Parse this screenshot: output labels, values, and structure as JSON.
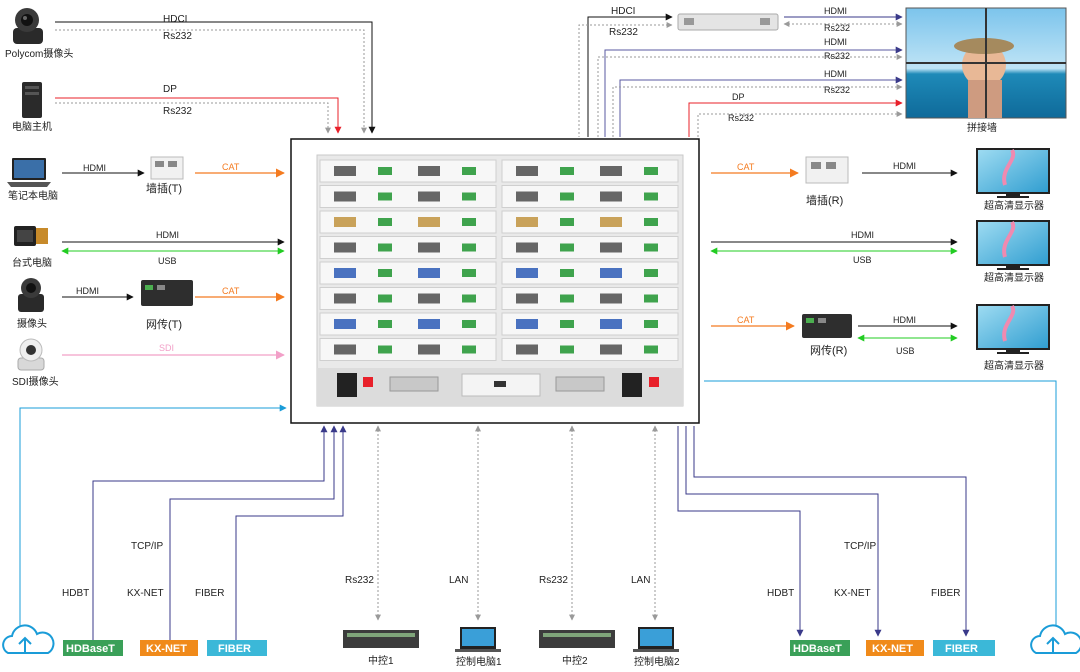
{
  "colors": {
    "black": "#111111",
    "red": "#e8202a",
    "orange": "#f47b20",
    "green": "#22cc22",
    "pink": "#f2a0c8",
    "blue": "#5a4a9a",
    "cyan": "#1a9cd8",
    "gray": "#9a9a9a",
    "hdbaset": "#3aa058",
    "kxnet": "#f08a1a",
    "fiber": "#3bb8d8"
  },
  "left_devices": {
    "polycom": "Polycom摄像头",
    "pc_host": "电脑主机",
    "laptop": "笔记本电脑",
    "desktop": "台式电脑",
    "camera": "摄像头",
    "sdi_camera": "SDI摄像头",
    "wall_plate_t": "墙插(T)",
    "net_tx_t": "网传(T)"
  },
  "right_devices": {
    "video_wall": "拼接墙",
    "wall_plate_r": "墙插(R)",
    "net_rx_r": "网传(R)",
    "display": "超高清显示器"
  },
  "bottom_devices": {
    "ctrl1": "中控1",
    "pc1": "控制电脑1",
    "ctrl2": "中控2",
    "pc2": "控制电脑2"
  },
  "signals": {
    "hdci": "HDCI",
    "rs232": "Rs232",
    "dp": "DP",
    "hdmi": "HDMI",
    "cat": "CAT",
    "usb": "USB",
    "sdi": "SDI",
    "lan": "LAN",
    "tcpip": "TCP/IP",
    "hdbt": "HDBT",
    "kxnet": "KX-NET",
    "fiber": "FIBER"
  },
  "tags": {
    "hdbaset": "HDBaseT",
    "kxnet": "KX-NET",
    "fiber": "FIBER"
  }
}
